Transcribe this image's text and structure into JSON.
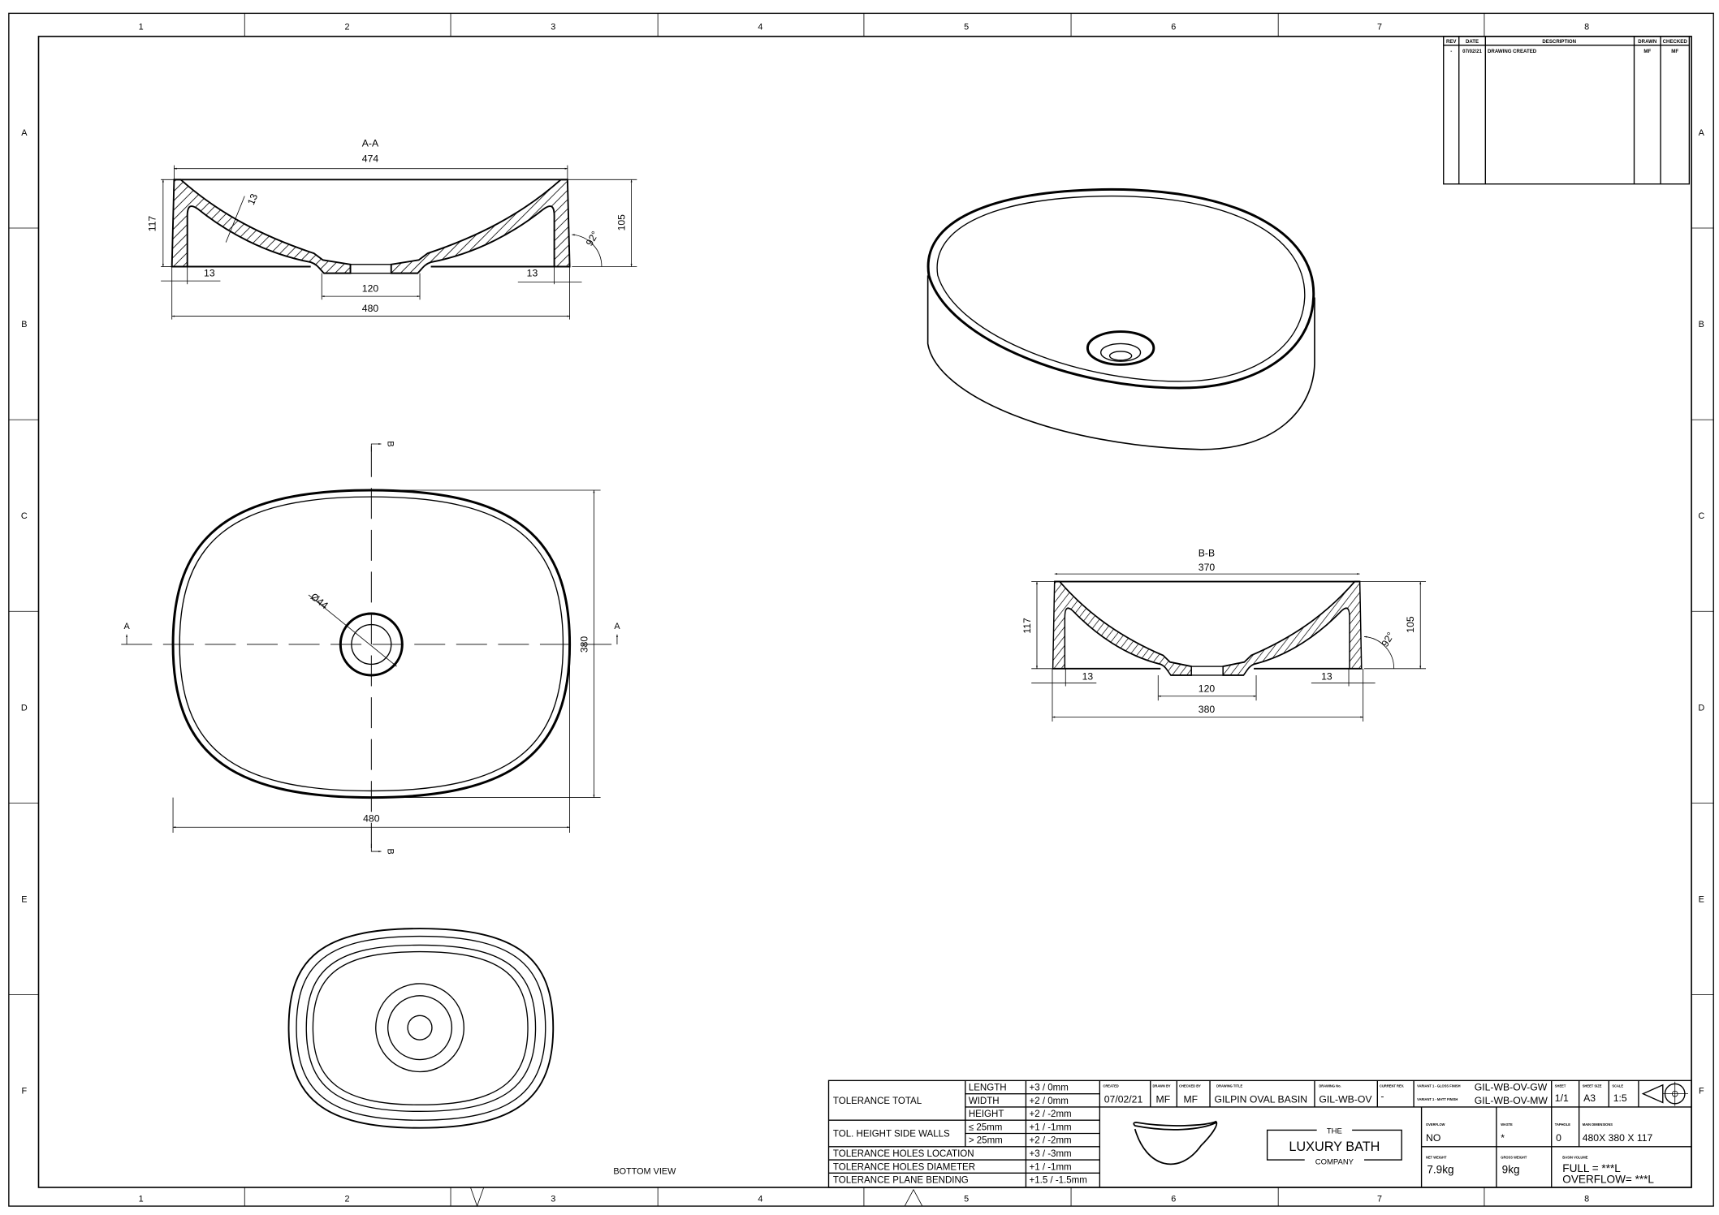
{
  "grid": {
    "columns": [
      "1",
      "2",
      "3",
      "4",
      "5",
      "6",
      "7",
      "8"
    ],
    "rows": [
      "A",
      "B",
      "C",
      "D",
      "E",
      "F"
    ]
  },
  "revision_table": {
    "headers": {
      "rev": "REV",
      "date": "DATE",
      "description": "DESCRIPTION",
      "drawn": "DRAWN",
      "checked": "CHECKED"
    },
    "rows": [
      {
        "rev": "-",
        "date": "07/02/21",
        "description": "DRAWING CREATED",
        "drawn": "MF",
        "checked": "MF"
      }
    ]
  },
  "section_aa": {
    "title": "A-A",
    "top_width": "474",
    "total_height": "117",
    "wall_thickness": "13",
    "inner_height": "105",
    "angle": "92°",
    "left_wall": "13",
    "right_wall": "13",
    "drain_width": "120",
    "overall_width": "480"
  },
  "plan_view": {
    "drain_diameter": "Ø44",
    "width": "480",
    "depth": "380",
    "section_a": "A",
    "section_b": "B"
  },
  "section_bb": {
    "title": "B-B",
    "top_width": "370",
    "total_height": "117",
    "inner_height": "105",
    "angle": "92°",
    "left_wall": "13",
    "right_wall": "13",
    "drain_width": "120",
    "overall_width": "380"
  },
  "bottom_view": {
    "label": "BOTTOM VIEW"
  },
  "title_block": {
    "tolerances": {
      "total_label": "TOLERANCE TOTAL",
      "length_label": "LENGTH",
      "length_value": "+3 / 0mm",
      "width_label": "WIDTH",
      "width_value": "+2 / 0mm",
      "height_label": "HEIGHT",
      "height_value": "+2 / -2mm",
      "side_walls_label": "TOL. HEIGHT SIDE WALLS",
      "le25_label": "≤  25mm",
      "le25_value": "+1 / -1mm",
      "gt25_label": ">  25mm",
      "gt25_value": "+2 / -2mm",
      "holes_location_label": "TOLERANCE HOLES LOCATION",
      "holes_location_value": "+3 / -3mm",
      "holes_diameter_label": "TOLERANCE HOLES DIAMETER",
      "holes_diameter_value": "+1 / -1mm",
      "plane_bending_label": "TOLERANCE PLANE BENDING",
      "plane_bending_value": "+1.5 / -1.5mm"
    },
    "created_label": "CREATED",
    "created": "07/02/21",
    "drawn_by_label": "DRAWN BY",
    "drawn_by": "MF",
    "checked_by_label": "CHECKED BY",
    "checked_by": "MF",
    "drawing_title_label": "DRAWING TITLE",
    "drawing_title": "GILPIN OVAL BASIN",
    "drawing_no_label": "DRAWING No.",
    "drawing_no": "GIL-WB-OV",
    "current_rev_label": "CURRENT REV.",
    "current_rev": "-",
    "variant_gloss_label": "VARIANT 1 - GLOSS FINISH",
    "variant_gloss": "GIL-WB-OV-GW",
    "variant_matt_label": "VARIANT 1 - MATT FINISH",
    "variant_matt": "GIL-WB-OV-MW",
    "sheet_label": "SHEET",
    "sheet": "1/1",
    "sheet_size_label": "SHEET SIZE",
    "sheet_size": "A3",
    "scale_label": "SCALE",
    "scale": "1:5",
    "logo": {
      "the": "THE",
      "name": "LUXURY BATH",
      "company": "COMPANY"
    },
    "overflow_label": "OVERFLOW",
    "overflow": "NO",
    "waste_label": "WASTE",
    "waste": "*",
    "taphole_label": "TAPHOLE",
    "taphole": "0",
    "main_dimensions_label": "MAIN DIMENSIONS",
    "main_dimensions": "480X 380 X 117",
    "net_weight_label": "NET WEIGHT",
    "net_weight": "7.9kg",
    "gross_weight_label": "GROSS WEIGHT",
    "gross_weight": "9kg",
    "basin_volume_label": "BASIN VOLUME",
    "volume_full": "FULL = ***L",
    "volume_overflow": "OVERFLOW= ***L"
  }
}
